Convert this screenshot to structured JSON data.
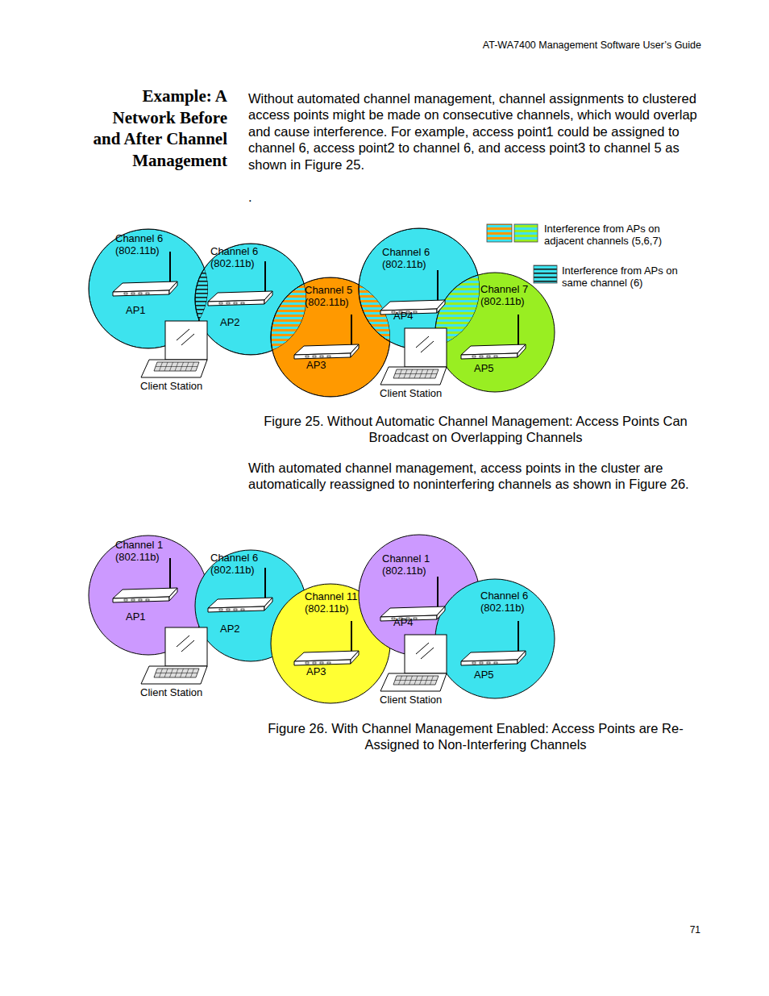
{
  "diagram": {
    "title": "Example: A Network Before and After Channel Management",
    "caption": "Figure 25. Without Automatic Channel Management: Access Points Can Broadcast on Overlapping Channels",
    "nodes": [
      {
        "text": [
          "Channel 6 (802.11b)",
          "AP1"
        ]
      },
      {
        "text": [
          "Channel 6 (802.11b)",
          "AP2"
        ]
      },
      {
        "text": [
          "Channel 5 (802.11b)",
          "AP3"
        ]
      },
      {
        "text": [
          "Channel 6 (802.11b)",
          "AP4"
        ]
      },
      {
        "text": [
          "Channel 7 (802.11b)",
          "AP5"
        ]
      },
      {
        "text": [
          "Channel 1 (802.11b)",
          "AP1"
        ]
      },
      {
        "text": [
          "Channel 6 (802.11b)",
          "AP2"
        ]
      },
      {
        "text": [
          "Channel 11 (802.11b)",
          "AP3"
        ]
      },
      {
        "text": [
          "Channel 1 (802.11b)",
          "AP4"
        ]
      },
      {
        "text": [
          "Channel 6 (802.11b)",
          "AP5"
        ]
      }
    ],
    "labels": [
      "AT-WA7400 Management Software User’s Guide",
      "Without automated channel management, channel assignments to clustered access points might be made on consecutive channels, which would overlap and cause interference. For example, access point1 could be assigned to channel 6, access point2 to channel 6, and access point3 to channel 5 as shown in Figure 25.",
      ".",
      "With automated channel management, access points in the cluster are automatically reassigned to noninterfering channels as shown in Figure 26.",
      "Figure 26. With Channel Management Enabled: Access Points are Re-Assigned to Non-Interfering Channels",
      "Client Station",
      "Client Station",
      "Client Station",
      "Client Station",
      "71"
    ],
    "legend": [
      {
        "text": "Interference from APs on adjacent channels (5,6,7)"
      },
      {
        "text": "Interference from APs on same channel (6)"
      }
    ]
  }
}
